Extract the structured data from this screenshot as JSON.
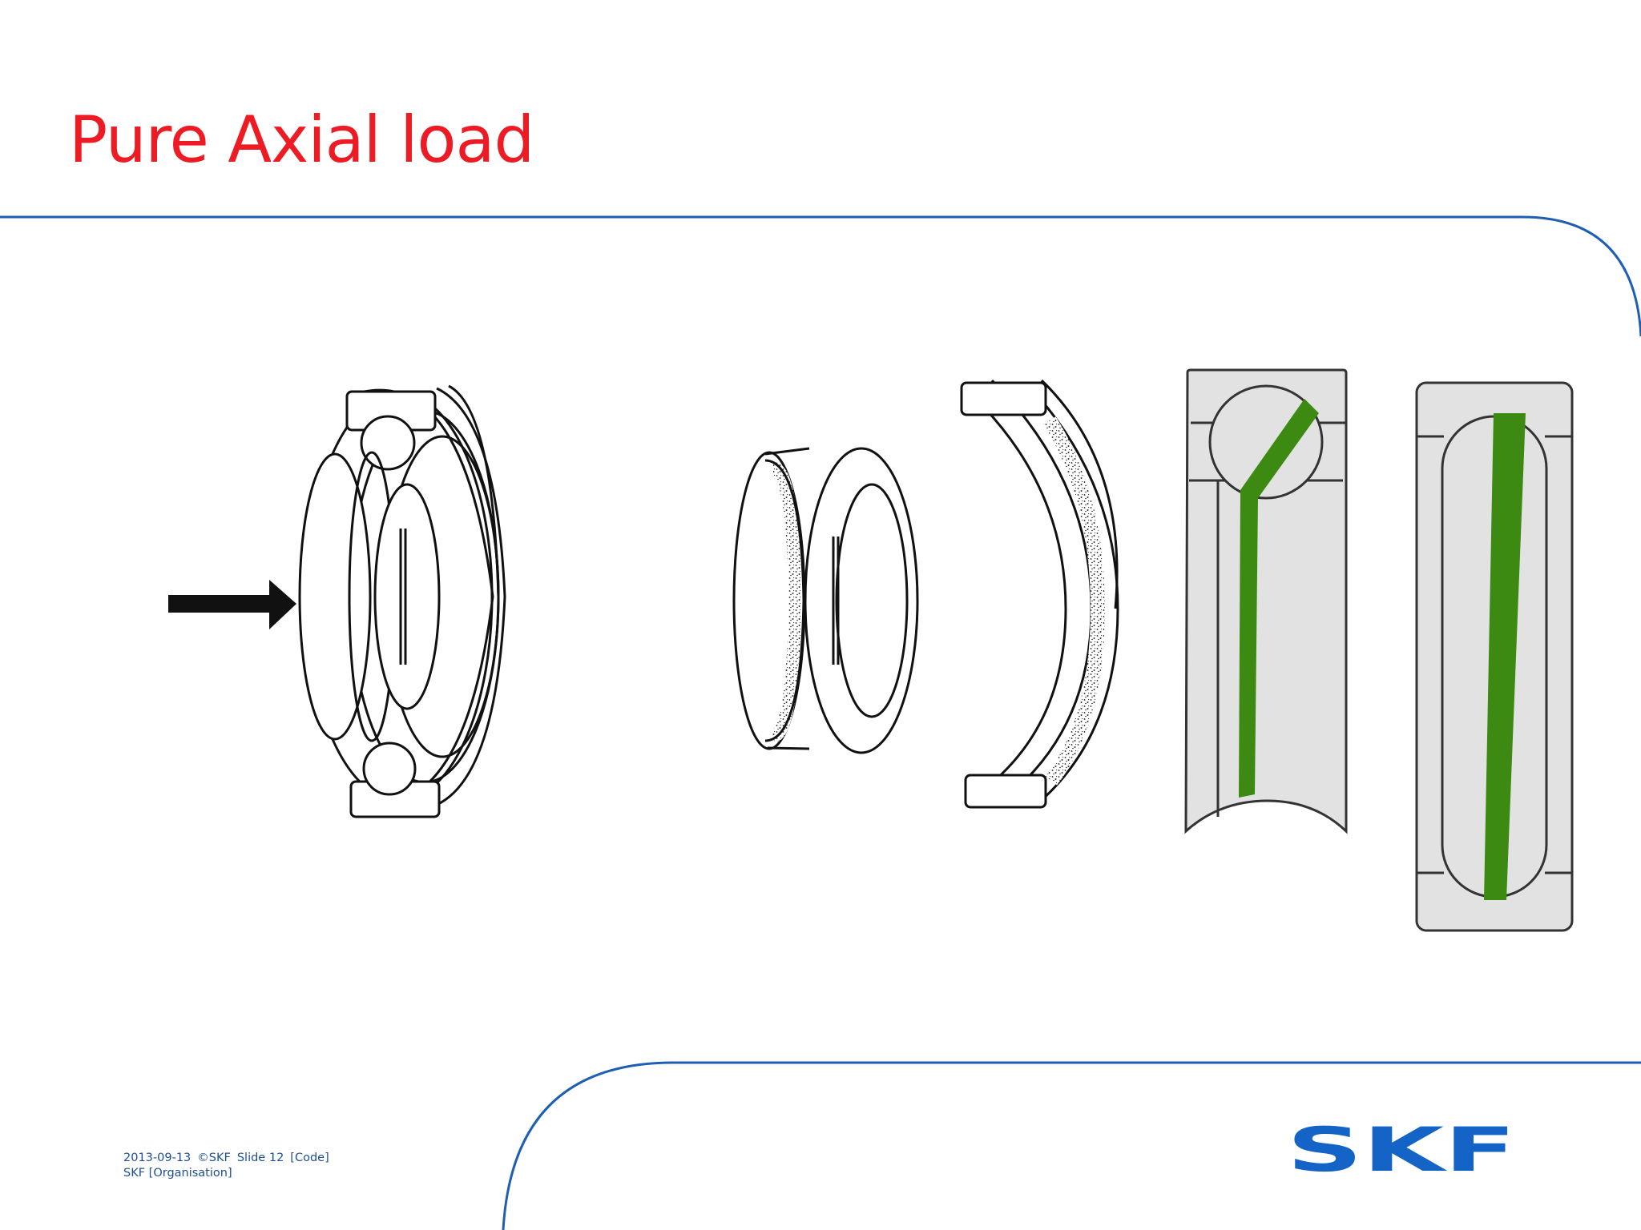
{
  "slide": {
    "title": "Pure Axial load",
    "footer": {
      "date": "2013-09-13",
      "copyright": "©SKF",
      "slide_label": "Slide 12",
      "code": "[Code]",
      "organisation": "SKF [Organisation]"
    },
    "logo_text": "SKF"
  },
  "colors": {
    "title": "#ed1c24",
    "accent_line": "#1f5fb3",
    "logo": "#1464c8",
    "load_zone": "#3c8a12",
    "section_fill": "#e2e2e2"
  },
  "icons": [
    "arrow-right-icon",
    "skf-logo"
  ]
}
